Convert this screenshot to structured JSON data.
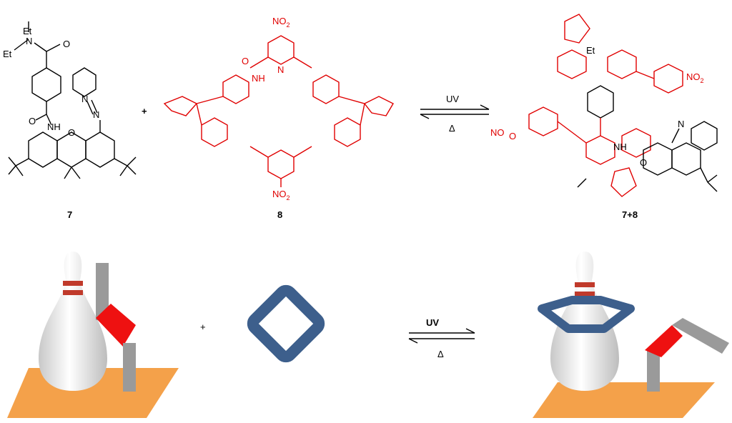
{
  "scheme": {
    "compound_7": {
      "label": "7",
      "atoms": {
        "et1": "Et",
        "et2": "Et",
        "n_amide": "N",
        "o_amide1": "O",
        "o_amide2": "O",
        "nh": "NH",
        "azo_n1": "N",
        "azo_n2": "N",
        "o_xanthene": "O"
      }
    },
    "plus_top": "+",
    "macrocycle_8": {
      "label": "8",
      "atoms": {
        "no2_top": "NO",
        "no2_top_sub": "2",
        "no2_bottom": "NO",
        "no2_bottom_sub": "2",
        "nh": "NH",
        "n_pyr": "N",
        "o": "O"
      }
    },
    "equilibrium_top": {
      "forward": "UV",
      "reverse": "Δ"
    },
    "complex_78": {
      "label": "7+8",
      "atoms": {
        "et": "Et",
        "no2_right": "NO",
        "no2_right_sub": "2",
        "no2_left": "O",
        "no2_left_pre": "NO",
        "nh": "NH",
        "azo_n": "N",
        "o": "O"
      }
    },
    "cartoon": {
      "plus": "+",
      "forward": "UV",
      "reverse": "Δ"
    },
    "colors": {
      "host": "#e00000",
      "ring": "#3d5f8c",
      "base": "#f4a14a",
      "arm": "#9a9a9a",
      "hinge": "#ee1111"
    }
  }
}
